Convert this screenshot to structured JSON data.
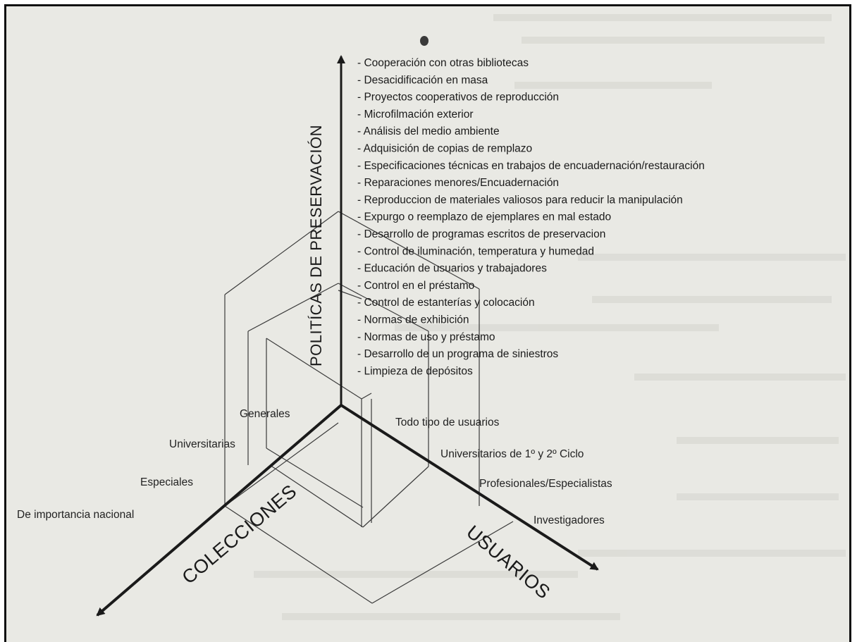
{
  "axes": {
    "vertical_title": "POLITÍCAS DE PRESERVACIÓN",
    "left_title": "COLECCIONES",
    "right_title": "USUARIOS"
  },
  "policies": [
    "- Cooperación con otras bibliotecas",
    "- Desacidificación en masa",
    "- Proyectos cooperativos de reproducción",
    "- Microfilmación exterior",
    "- Análisis del medio ambiente",
    "- Adquisición de copias de remplazo",
    "- Especificaciones técnicas en trabajos de encuadernación/restauración",
    "- Reparaciones menores/Encuadernación",
    "- Reproduccion de materiales valiosos para reducir la manipulación",
    "- Expurgo o reemplazo de ejemplares en mal estado",
    "- Desarrollo de programas escritos de preservacion",
    "- Control de iluminación, temperatura y humedad",
    "- Educación de usuarios y trabajadores",
    "- Control en el préstamo",
    "- Control de estanterías y colocación",
    "- Normas de exhibición",
    "- Normas de uso y préstamo",
    "- Desarrollo de un programa de siniestros",
    "- Limpieza de depósitos"
  ],
  "collections": [
    "Generales",
    "Universitarias",
    "Especiales",
    "De importancia nacional"
  ],
  "users": [
    "Todo tipo de usuarios",
    "Universitarios de 1º y  2º Ciclo",
    "Profesionales/Especialistas",
    "Investigadores"
  ]
}
